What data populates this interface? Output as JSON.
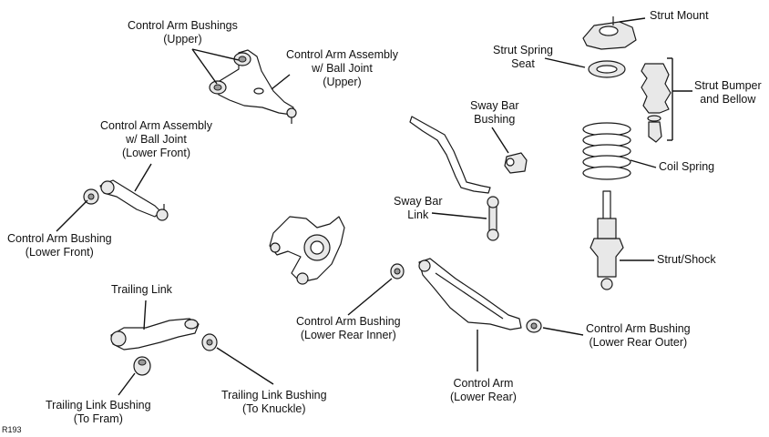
{
  "code": "R193",
  "labels": {
    "ca_bushings_upper": [
      "Control Arm Bushings",
      "(Upper)"
    ],
    "ca_assembly_upper": [
      "Control Arm Assembly",
      "w/ Ball Joint",
      "(Upper)"
    ],
    "ca_assembly_lower_front": [
      "Control Arm Assembly",
      "w/ Ball Joint",
      "(Lower Front)"
    ],
    "ca_bushing_lower_front": [
      "Control Arm Bushing",
      "(Lower Front)"
    ],
    "trailing_link": [
      "Trailing Link"
    ],
    "trailing_link_bushing_fram": [
      "Trailing Link Bushing",
      "(To Fram)"
    ],
    "trailing_link_bushing_knuckle": [
      "Trailing Link Bushing",
      "(To Knuckle)"
    ],
    "ca_bushing_lower_rear_inner": [
      "Control Arm Bushing",
      "(Lower Rear Inner)"
    ],
    "control_arm_lower_rear": [
      "Control Arm",
      "(Lower Rear)"
    ],
    "ca_bushing_lower_rear_outer": [
      "Control Arm Bushing",
      "(Lower Rear Outer)"
    ],
    "sway_bar_bushing": [
      "Sway Bar",
      "Bushing"
    ],
    "sway_bar_link": [
      "Sway Bar",
      "Link"
    ],
    "strut_spring_seat": [
      "Strut Spring",
      "Seat"
    ],
    "strut_mount": [
      "Strut Mount"
    ],
    "strut_bumper_bellow": [
      "Strut Bumper",
      "and Bellow"
    ],
    "coil_spring": [
      "Coil Spring"
    ],
    "strut_shock": [
      "Strut/Shock"
    ]
  }
}
